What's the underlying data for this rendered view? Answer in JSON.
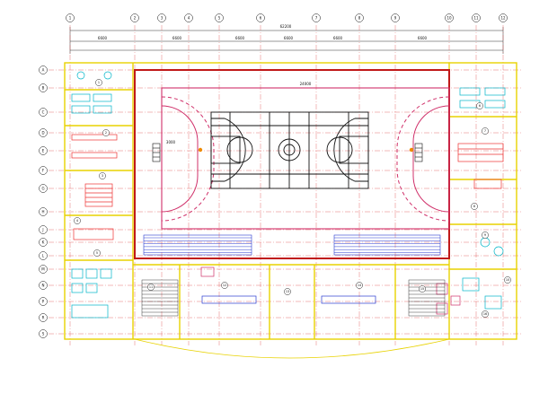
{
  "drawing": {
    "overall_dimension": "62200",
    "segment_dimensions": [
      "6600",
      "6600",
      "6600",
      "6600",
      "6600",
      "6600"
    ],
    "court_dimension": "24000",
    "court_side_dimension": "3000",
    "column_grid_labels": [
      "1",
      "2",
      "3",
      "4",
      "5",
      "6",
      "7",
      "8",
      "9",
      "10",
      "11",
      "12"
    ],
    "row_grid_labels": [
      "A",
      "B",
      "C",
      "D",
      "E",
      "F",
      "G",
      "H",
      "J",
      "K",
      "L",
      "M",
      "N",
      "P",
      "R",
      "S"
    ],
    "room_tags": [
      "1",
      "2",
      "3",
      "4",
      "5",
      "6",
      "7",
      "8",
      "9",
      "10",
      "11",
      "12",
      "13",
      "14",
      "15",
      "16"
    ]
  },
  "colors": {
    "background": "#ffffff",
    "grid_axis": "#e05050",
    "court_boundary": "#d0306a",
    "court_markings": "#111111",
    "walls": "#e8d200",
    "outer_wall": "#c01818",
    "furniture": "#00b5c8",
    "seating": "#2a3bd0",
    "equipment": "#ee3333",
    "dimension_lines": "#333333"
  }
}
